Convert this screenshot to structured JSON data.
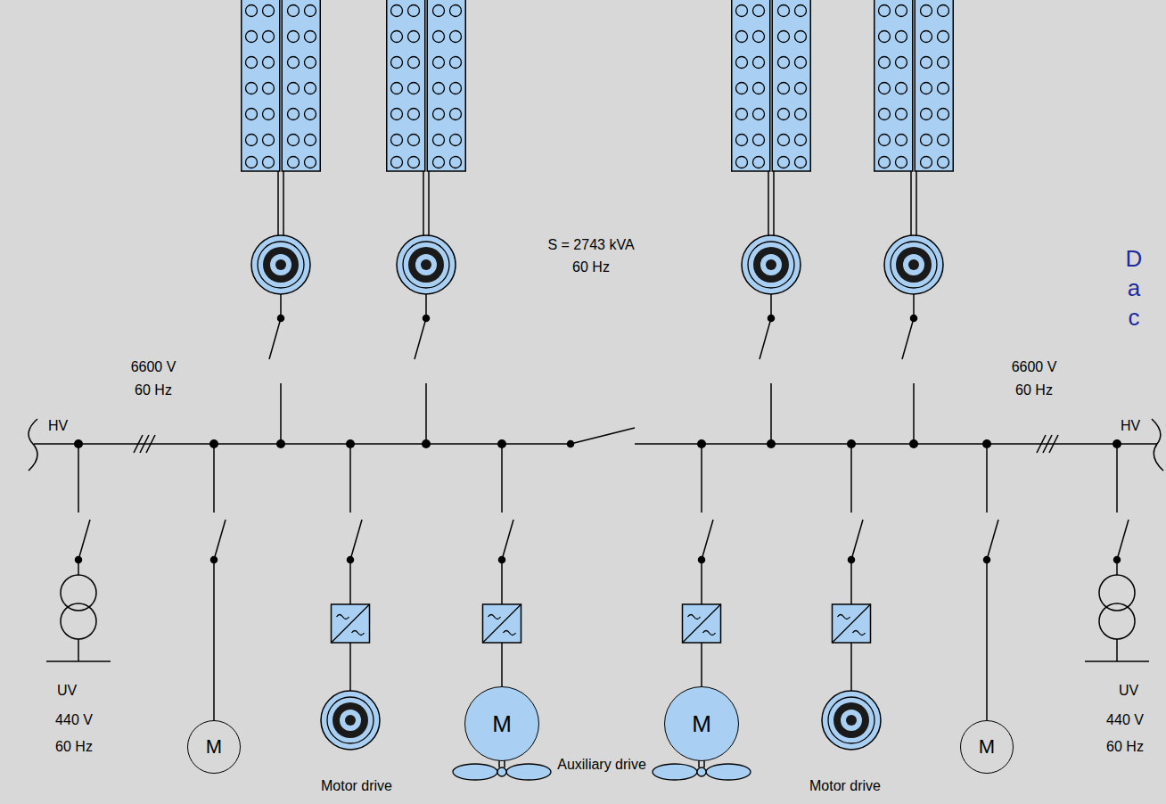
{
  "diagram": {
    "nodes": [
      {
        "text": [
          "M"
        ]
      },
      {
        "text": [
          "M"
        ]
      },
      {
        "text": [
          "M"
        ]
      },
      {
        "text": [
          "M"
        ]
      }
    ],
    "labels": [
      "S = 2743 kVA",
      "60 Hz",
      "6600 V",
      "60 Hz",
      "6600 V",
      "60 Hz",
      "HV",
      "HV",
      "UV",
      "440 V",
      "60 Hz",
      "UV",
      "440 V",
      "60 Hz",
      "Motor drive",
      "Auxiliary drive",
      "Motor drive",
      "D",
      "a",
      "c"
    ]
  }
}
